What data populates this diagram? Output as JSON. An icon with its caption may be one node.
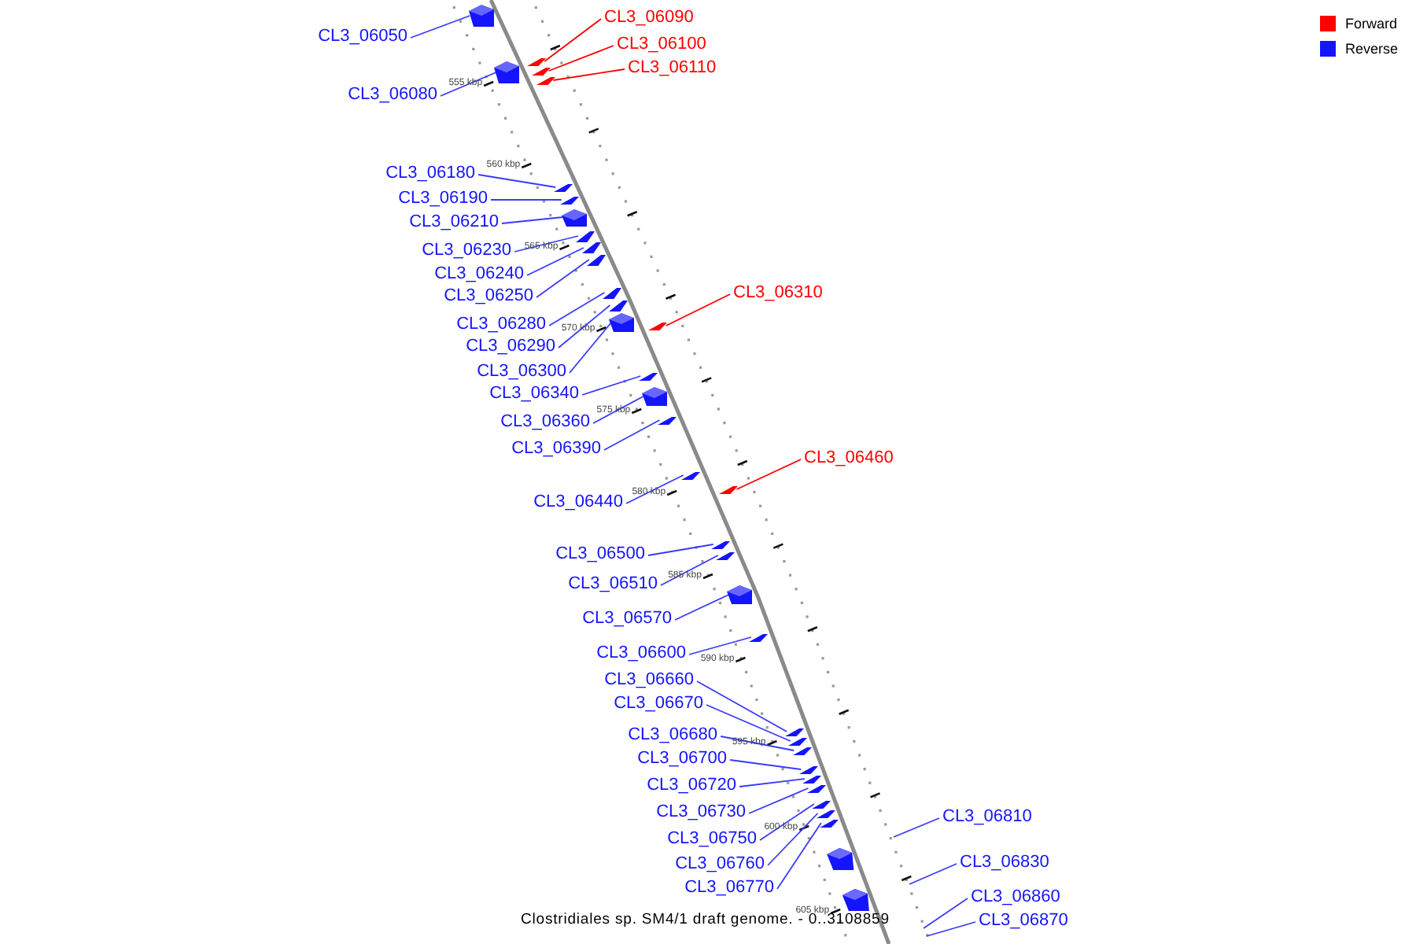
{
  "diagram": {
    "caption": "Clostridiales sp. SM4/1 draft genome. - 0..3108859",
    "nodes": [
      {
        "text": [
          "CL3_06050"
        ]
      },
      {
        "text": [
          "CL3_06080"
        ]
      },
      {
        "text": [
          "CL3_06090"
        ]
      },
      {
        "text": [
          "CL3_06100"
        ]
      },
      {
        "text": [
          "CL3_06110"
        ]
      },
      {
        "text": [
          "CL3_06180"
        ]
      },
      {
        "text": [
          "CL3_06190"
        ]
      },
      {
        "text": [
          "CL3_06210"
        ]
      },
      {
        "text": [
          "CL3_06230"
        ]
      },
      {
        "text": [
          "CL3_06240"
        ]
      },
      {
        "text": [
          "CL3_06250"
        ]
      },
      {
        "text": [
          "CL3_06280"
        ]
      },
      {
        "text": [
          "CL3_06290"
        ]
      },
      {
        "text": [
          "CL3_06300"
        ]
      },
      {
        "text": [
          "CL3_06310"
        ]
      },
      {
        "text": [
          "CL3_06340"
        ]
      },
      {
        "text": [
          "CL3_06360"
        ]
      },
      {
        "text": [
          "CL3_06390"
        ]
      },
      {
        "text": [
          "CL3_06440"
        ]
      },
      {
        "text": [
          "CL3_06460"
        ]
      },
      {
        "text": [
          "CL3_06500"
        ]
      },
      {
        "text": [
          "CL3_06510"
        ]
      },
      {
        "text": [
          "CL3_06570"
        ]
      },
      {
        "text": [
          "CL3_06600"
        ]
      },
      {
        "text": [
          "CL3_06660"
        ]
      },
      {
        "text": [
          "CL3_06670"
        ]
      },
      {
        "text": [
          "CL3_06680"
        ]
      },
      {
        "text": [
          "CL3_06700"
        ]
      },
      {
        "text": [
          "CL3_06720"
        ]
      },
      {
        "text": [
          "CL3_06730"
        ]
      },
      {
        "text": [
          "CL3_06750"
        ]
      },
      {
        "text": [
          "CL3_06760"
        ]
      },
      {
        "text": [
          "CL3_06770"
        ]
      },
      {
        "text": [
          "CL3_06810"
        ]
      },
      {
        "text": [
          "CL3_06830"
        ]
      },
      {
        "text": [
          "CL3_06860"
        ]
      },
      {
        "text": [
          "CL3_06870"
        ]
      },
      {
        "text": [],
        "shape": "arrow"
      },
      {
        "text": [],
        "shape": "arrow"
      },
      {
        "text": [],
        "shape": "arrow"
      },
      {
        "text": [],
        "shape": "arrow"
      },
      {
        "text": [],
        "shape": "arrow"
      },
      {
        "text": [],
        "shape": "arrow"
      },
      {
        "text": [],
        "shape": "arrow"
      },
      {
        "text": [],
        "shape": "arrow"
      },
      {
        "text": [],
        "shape": "arrow"
      },
      {
        "text": [],
        "shape": "arrow"
      },
      {
        "text": [],
        "shape": "arrow"
      },
      {
        "text": [],
        "shape": "arrow"
      },
      {
        "text": [],
        "shape": "arrow"
      },
      {
        "text": [],
        "shape": "arrow"
      },
      {
        "text": [],
        "shape": "arrow"
      },
      {
        "text": [],
        "shape": "arrow"
      },
      {
        "text": [],
        "shape": "arrow"
      },
      {
        "text": [],
        "shape": "arrow"
      },
      {
        "text": [],
        "shape": "arrow"
      },
      {
        "text": [],
        "shape": "arrow"
      },
      {
        "text": [],
        "shape": "arrow"
      },
      {
        "text": [],
        "shape": "arrow"
      },
      {
        "text": [],
        "shape": "arrow"
      },
      {
        "text": [],
        "shape": "arrow"
      },
      {
        "text": [],
        "shape": "arrow"
      },
      {
        "text": [],
        "shape": "arrow"
      },
      {
        "text": [],
        "shape": "arrow"
      },
      {
        "text": [],
        "shape": "arrow"
      },
      {
        "text": [],
        "shape": "arrow"
      },
      {
        "text": [],
        "shape": "arrow"
      },
      {
        "text": [],
        "shape": "arrow"
      },
      {
        "text": [],
        "shape": "arrow"
      },
      {
        "text": [],
        "shape": "arrow"
      }
    ],
    "edges": [
      {
        "from": 0,
        "to": 37,
        "arrow": "none"
      },
      {
        "from": 1,
        "to": 38,
        "arrow": "none"
      },
      {
        "from": 2,
        "to": 39,
        "arrow": "none",
        "color": "#ff0000"
      },
      {
        "from": 3,
        "to": 40,
        "arrow": "none",
        "color": "#ff0000"
      },
      {
        "from": 4,
        "to": 41,
        "arrow": "none",
        "color": "#ff0000"
      },
      {
        "from": 5,
        "to": 42,
        "arrow": "none"
      },
      {
        "from": 6,
        "to": 43,
        "arrow": "none"
      },
      {
        "from": 7,
        "to": 44,
        "arrow": "none"
      },
      {
        "from": 8,
        "to": 45,
        "arrow": "none"
      },
      {
        "from": 9,
        "to": 46,
        "arrow": "none"
      },
      {
        "from": 10,
        "to": 47,
        "arrow": "none"
      },
      {
        "from": 11,
        "to": 48,
        "arrow": "none"
      },
      {
        "from": 12,
        "to": 49,
        "arrow": "none"
      },
      {
        "from": 13,
        "to": 50,
        "arrow": "none"
      },
      {
        "from": 14,
        "to": 51,
        "arrow": "none",
        "color": "#ff0000"
      },
      {
        "from": 15,
        "to": 52,
        "arrow": "none"
      },
      {
        "from": 16,
        "to": 53,
        "arrow": "none"
      },
      {
        "from": 17,
        "to": 54,
        "arrow": "none"
      },
      {
        "from": 18,
        "to": 55,
        "arrow": "none"
      },
      {
        "from": 19,
        "to": 56,
        "arrow": "none",
        "color": "#ff0000"
      },
      {
        "from": 20,
        "to": 57,
        "arrow": "none"
      },
      {
        "from": 21,
        "to": 58,
        "arrow": "none"
      },
      {
        "from": 22,
        "to": 59,
        "arrow": "none"
      },
      {
        "from": 23,
        "to": 60,
        "arrow": "none"
      },
      {
        "from": 24,
        "to": 61,
        "arrow": "none"
      },
      {
        "from": 25,
        "to": 62,
        "arrow": "none"
      },
      {
        "from": 26,
        "to": 63,
        "arrow": "none"
      },
      {
        "from": 27,
        "to": 64,
        "arrow": "none"
      },
      {
        "from": 28,
        "to": 65,
        "arrow": "none"
      },
      {
        "from": 29,
        "to": 66,
        "arrow": "none"
      },
      {
        "from": 30,
        "to": 67,
        "arrow": "none"
      },
      {
        "from": 31,
        "to": 68,
        "arrow": "none"
      },
      {
        "from": 32,
        "to": 69,
        "arrow": "none"
      },
      {
        "from": 33,
        "to": null,
        "arrow": "none"
      },
      {
        "from": 34,
        "to": null,
        "arrow": "none"
      },
      {
        "from": 35,
        "to": null,
        "arrow": "none"
      },
      {
        "from": 36,
        "to": null,
        "arrow": "none"
      }
    ],
    "labels": [
      "555 kbp",
      "560 kbp",
      "565 kbp",
      "570 kbp",
      "575 kbp",
      "580 kbp",
      "585 kbp",
      "590 kbp",
      "595 kbp",
      "600 kbp",
      "605 kbp"
    ],
    "legend": [
      {
        "text": "Forward",
        "color": "#ff0000"
      },
      {
        "text": "Reverse",
        "color": "#1414ff"
      }
    ]
  }
}
